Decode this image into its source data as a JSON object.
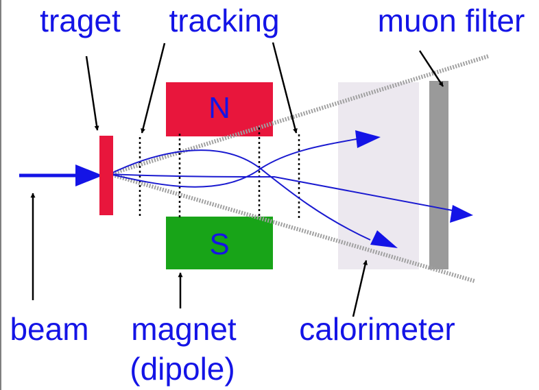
{
  "labels": {
    "target": "traget",
    "tracking": "tracking",
    "muon_filter": "muon filter",
    "beam": "beam",
    "magnet": "magnet",
    "magnet_sub": "(dipole)",
    "calorimeter": "calorimeter"
  },
  "magnet": {
    "north": "N",
    "south": "S"
  },
  "colors": {
    "label_text": "#1414e6",
    "beam_arrow": "#1414e6",
    "target": "#e8163c",
    "north_pole": "#e8163c",
    "south_pole": "#18a418",
    "acceptance_lines": "#a0a0a0",
    "calorimeter": "#ece8ef",
    "muon_filter": "#9a9a9a",
    "tracks": "#1a1ad0",
    "pointer_arrows": "#000000"
  }
}
